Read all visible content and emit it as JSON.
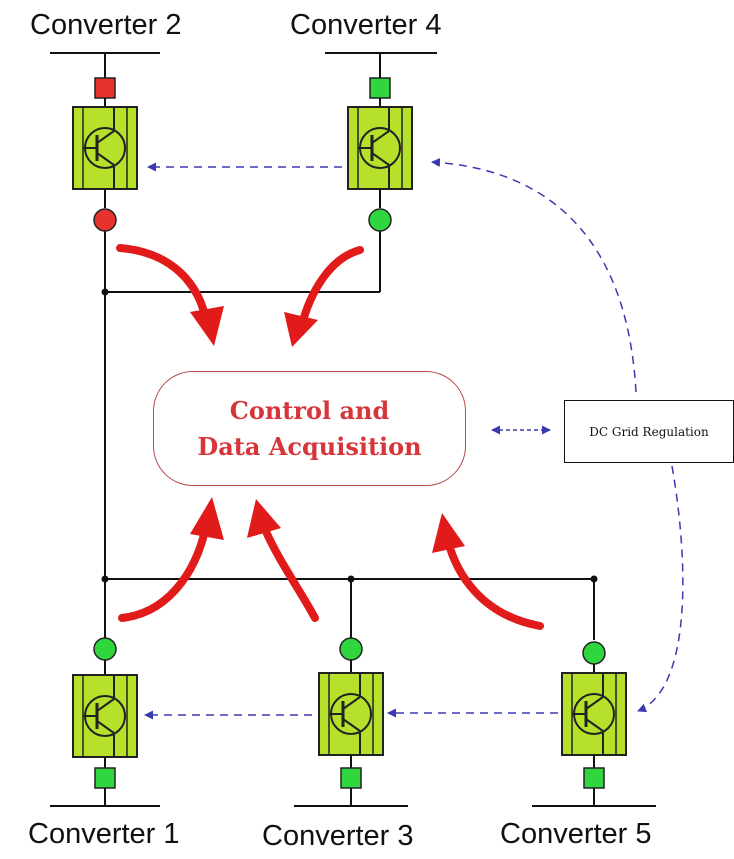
{
  "converters": [
    {
      "label": "Converter 2",
      "status": "fault"
    },
    {
      "label": "Converter 4",
      "status": "ok"
    },
    {
      "label": "Converter 1",
      "status": "ok"
    },
    {
      "label": "Converter 3",
      "status": "ok"
    },
    {
      "label": "Converter 5",
      "status": "ok"
    }
  ],
  "control_box": {
    "line1": "Control and",
    "line2": "Data Acquisition"
  },
  "regulation_box": {
    "label": "DC Grid Regulation"
  },
  "colors": {
    "fault": "#e8322e",
    "ok": "#2fd63e",
    "module_fill": "#b6e02a",
    "arrow": "#e11a1a",
    "signal": "#3a3ab0",
    "control_text": "#d6363a"
  }
}
